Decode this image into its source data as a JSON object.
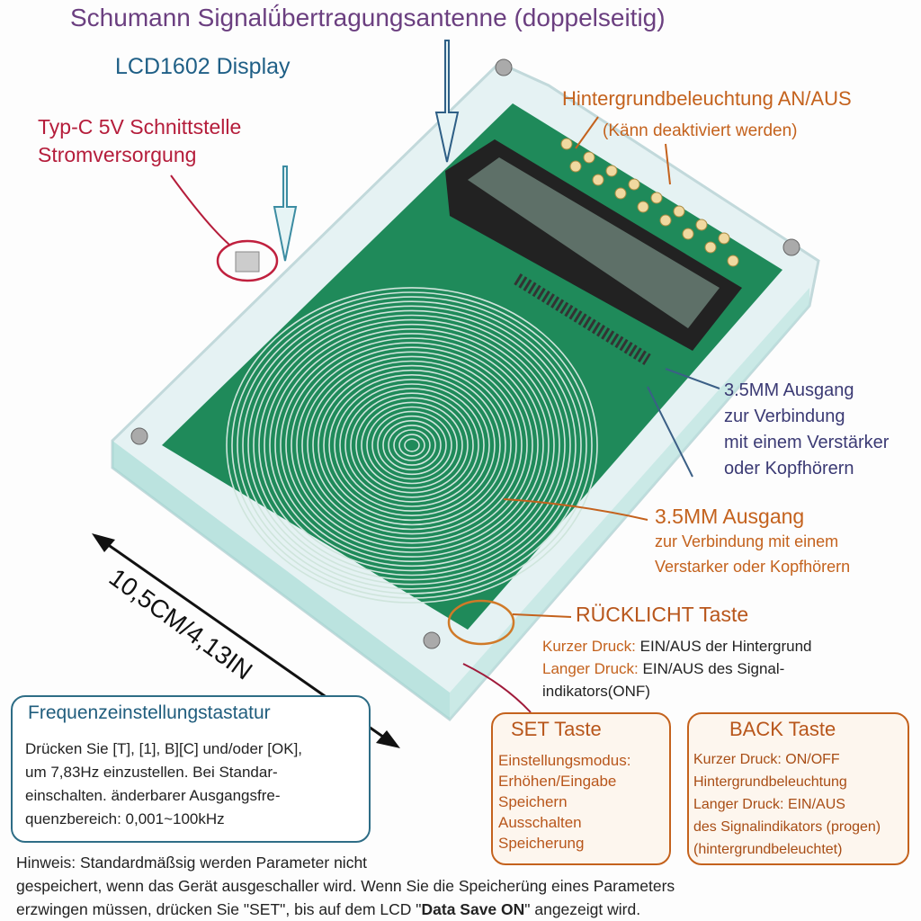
{
  "title": "Schumann Signalǘbertragungsantenne (doppelseitig)",
  "labels": {
    "lcd": "LCD1602 Display",
    "typc_line1": "Typ-C 5V Schnittstelle",
    "typc_line2": "Stromversorgung",
    "backlight_title": "Hintergrundbeleuchtung AN/AUS",
    "backlight_sub": "(Känn deaktiviert werden)",
    "out_upper": [
      "3.5MM Ausgang",
      "zur Verbindung",
      "mit einem Verstärker",
      "oder Kopfhörern"
    ],
    "out_lower_title": "3.5MM Ausgang",
    "out_lower_sub": [
      "zur Verbindung mit einem",
      "Verstarker oder Kopfhörern"
    ],
    "dimension": "10,5CM/4,13IN"
  },
  "rueck": {
    "title": "RÜCKLICHT Taste",
    "short_label": "Kurzer Druck:",
    "short_text": " EIN/AUS der Hintergrund",
    "long_label": "Langer Druck:",
    "long_text": " EIN/AUS des Signal-",
    "long_text2": "indikators(ONF)"
  },
  "freq_box": {
    "title": "Frequenzeinstellungstastatur",
    "body": "Drücken Sie [T], [1], B][C] und/oder [OK],\num 7,83Hz einzustellen. Bei Standar-\neinschalten. änderbarer Ausgangsfre-\nquenzbereich: 0,001~100kHz"
  },
  "set_box": {
    "title": "SET Taste",
    "body": "Einstellungsmodus:\nErhöhen/Eingabe\nSpeichern\nAusschalten\nSpeicherung"
  },
  "back_box": {
    "title": "BACK Taste",
    "body": "Kurzer Druck: ON/OFF\nHintergrundbeleuchtung\nLanger Druck: EIN/AUS\ndes Signalindikators (progen)\n(hintergrundbeleuchtet)"
  },
  "note": {
    "line1": "Hinweis: Standardmäßsig werden Parameter nicht",
    "line2": "gespeichert, wenn das Gerät ausgeschaller wird. Wenn Sie die Speicherüng eines Parameters",
    "line3_a": "erzwingen müssen, drücken Sie \"SET\", bis auf dem LCD \"",
    "line3_bold": "Data Save ON",
    "line3_b": "\" angezeigt wird."
  },
  "colors": {
    "pcb": "#1f8a5a",
    "title": "#6b3f80",
    "accent_orange": "#c4621d",
    "typc_red": "#b51d3b",
    "lcd_blue": "#1f5f86"
  }
}
